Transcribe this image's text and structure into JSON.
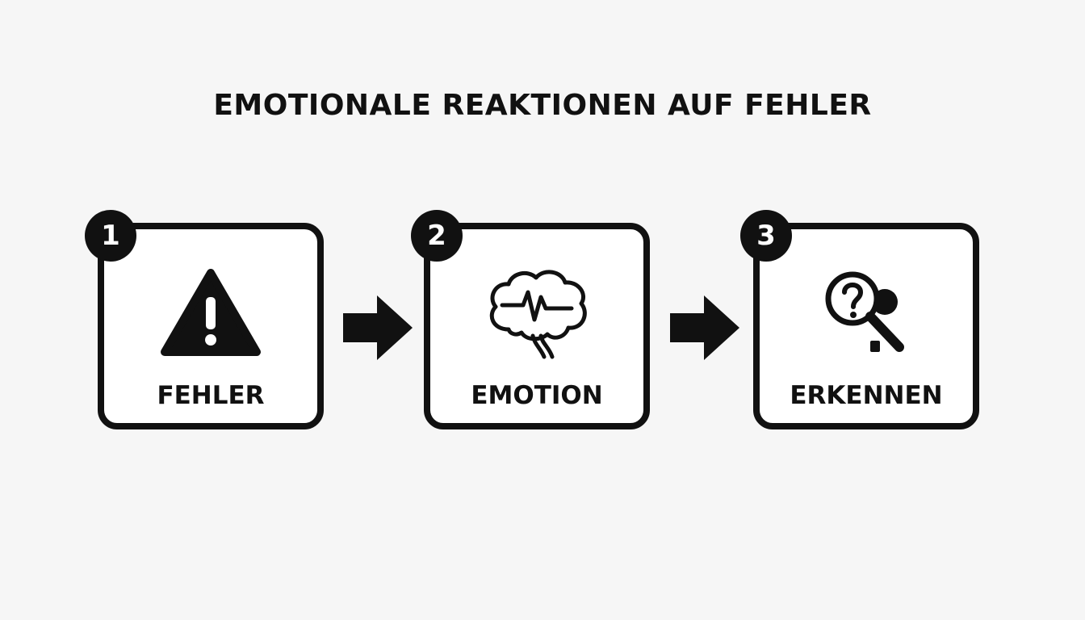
{
  "title": "EMOTIONALE REAKTIONEN AUF FEHLER",
  "steps": [
    {
      "number": "1",
      "label": "FEHLER",
      "icon": "warning-triangle-icon"
    },
    {
      "number": "2",
      "label": "EMOTION",
      "icon": "brain-heartbeat-icon"
    },
    {
      "number": "3",
      "label": "ERKENNEN",
      "icon": "magnifier-question-icon"
    }
  ],
  "colors": {
    "ink": "#111111",
    "background": "#f6f6f6",
    "box_fill": "#ffffff"
  }
}
